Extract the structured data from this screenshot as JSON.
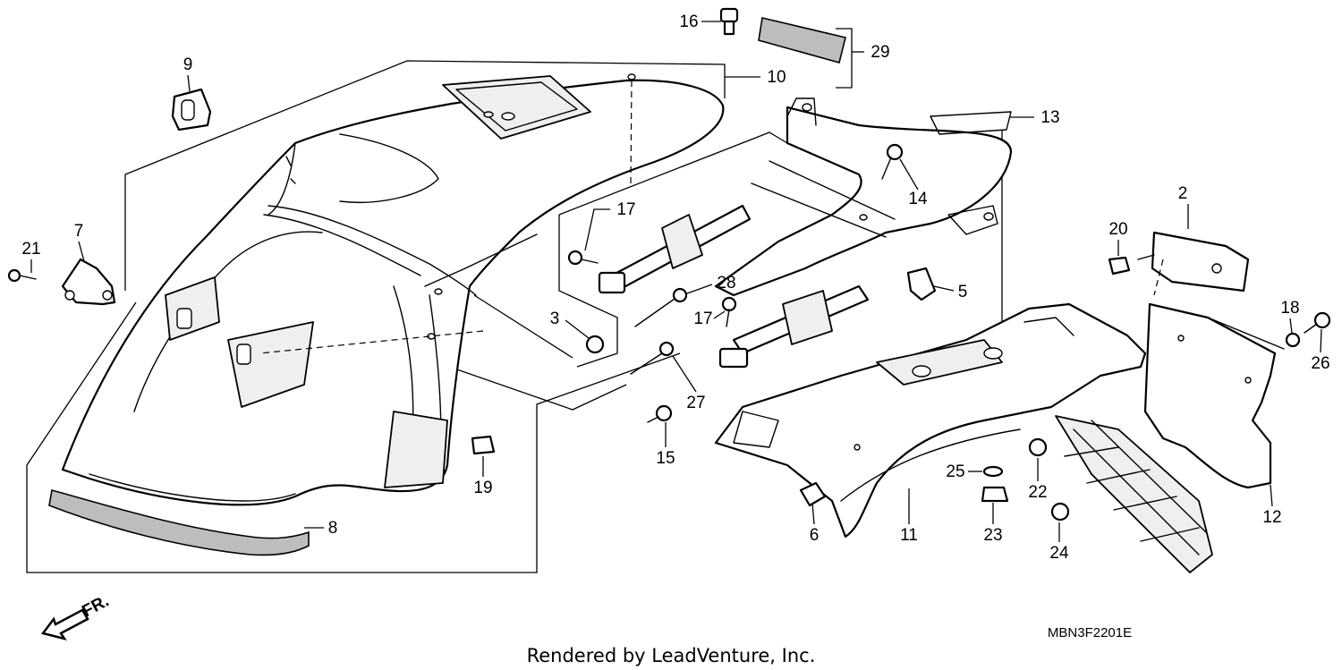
{
  "callouts": [
    "2",
    "3",
    "5",
    "6",
    "7",
    "8",
    "9",
    "10",
    "11",
    "12",
    "13",
    "14",
    "15",
    "16",
    "17",
    "17",
    "18",
    "19",
    "20",
    "21",
    "22",
    "23",
    "24",
    "25",
    "26",
    "27",
    "28",
    "29"
  ],
  "diagram_code": "MBN3F2201E",
  "direction_label": "FR.",
  "credit": "Rendered by LeadVenture, Inc."
}
